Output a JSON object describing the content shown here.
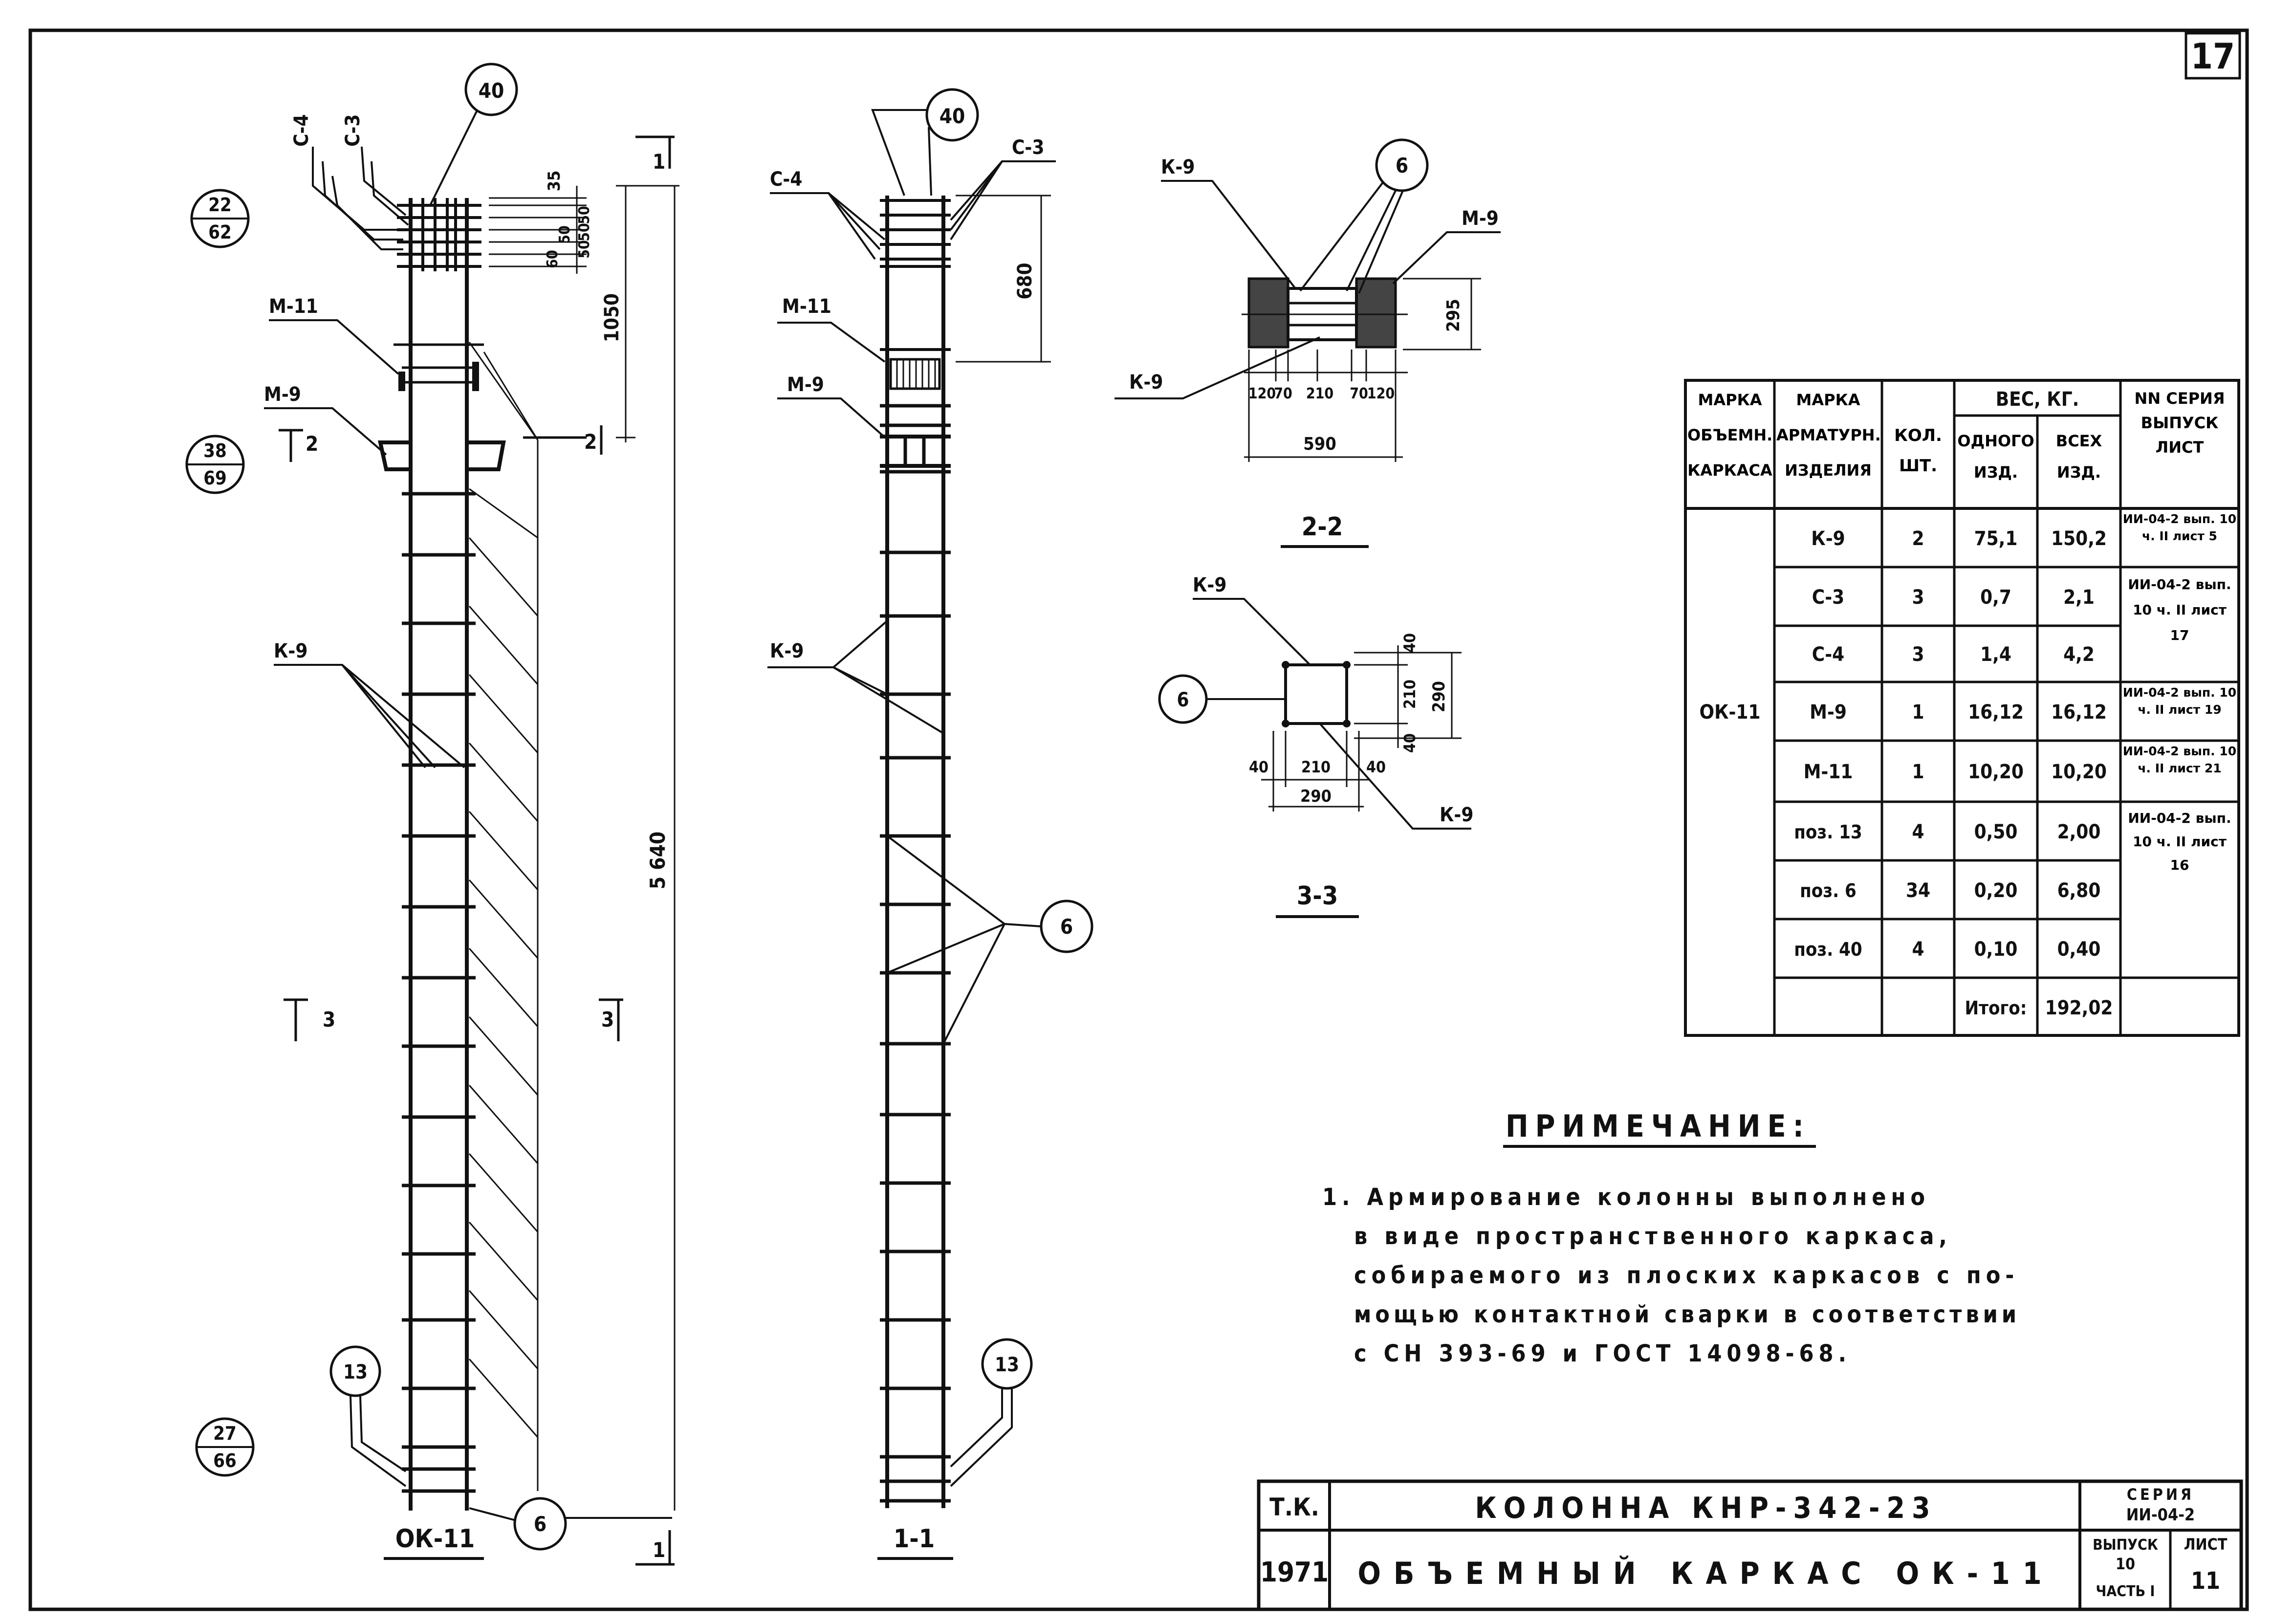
{
  "sheet_number": "17",
  "circle_labels": {
    "m40": "40",
    "m6": "6",
    "m13": "13"
  },
  "fractions": {
    "f1": {
      "top": "22",
      "bottom": "62"
    },
    "f2": {
      "top": "38",
      "bottom": "69"
    },
    "f3": {
      "top": "27",
      "bottom": "66"
    }
  },
  "labels": {
    "c3": "С-3",
    "c4": "С-4",
    "m11": "М-11",
    "m9": "М-9",
    "k9": "К-9",
    "cut1": "1",
    "cut2": "2",
    "cut3": "3",
    "ok11_title": "ОК-11",
    "view11_title": "1-1",
    "sec22_title": "2-2",
    "sec33_title": "3-3"
  },
  "dims": {
    "d35": "35",
    "d50a": "50",
    "d50b": "50",
    "d50c": "50",
    "d50d": "50",
    "d60": "60",
    "d1050": "1050",
    "d5640": "5 640",
    "d680": "680",
    "d295": "295",
    "d120a": "120",
    "d70a": "70",
    "d210a": "210",
    "d70b": "70",
    "d120b": "120",
    "d590": "590",
    "d40a": "40",
    "d210b": "210",
    "d40b": "40",
    "d290a": "290",
    "d40c": "40",
    "d210c": "210",
    "d40d": "40",
    "d290b": "290"
  },
  "table": {
    "headers": {
      "mark_frame": "МАРКА ОБЪЕМН. КАРКАСА",
      "mark_item": "МАРКА АРМАТУРН. ИЗДЕЛИЯ",
      "qty": "КОЛ. ШТ.",
      "weight": "ВЕС, КГ.",
      "weight_one": "ОДНОГО ИЗД.",
      "weight_all": "ВСЕХ ИЗД.",
      "series": "NN СЕРИЯ ВЫПУСК ЛИСТ"
    },
    "frame_mark": "ОК-11",
    "rows": [
      {
        "item": "К-9",
        "qty": "2",
        "one": "75,1",
        "all": "150,2",
        "ref": "ИИ-04-2 вып. 10 ч. II лист 5"
      },
      {
        "item": "С-3",
        "qty": "3",
        "one": "0,7",
        "all": "2,1",
        "ref": ""
      },
      {
        "item": "С-4",
        "qty": "3",
        "one": "1,4",
        "all": "4,2",
        "ref": ""
      },
      {
        "item": "М-9",
        "qty": "1",
        "one": "16,12",
        "all": "16,12",
        "ref": "ИИ-04-2 вып. 10 ч. II лист 19"
      },
      {
        "item": "М-11",
        "qty": "1",
        "one": "10,20",
        "all": "10,20",
        "ref": "ИИ-04-2 вып. 10 ч. II лист 21"
      },
      {
        "item": "поз. 13",
        "qty": "4",
        "one": "0,50",
        "all": "2,00",
        "ref": ""
      },
      {
        "item": "поз. 6",
        "qty": "34",
        "one": "0,20",
        "all": "6,80",
        "ref": ""
      },
      {
        "item": "поз. 40",
        "qty": "4",
        "one": "0,10",
        "all": "0,40",
        "ref": ""
      }
    ],
    "merged_ref_c": "ИИ-04-2 вып. 10 ч. II лист 17",
    "merged_ref_pos": "ИИ-04-2 вып. 10 ч. II лист 16",
    "total_label": "Итого:",
    "total_value": "192,02"
  },
  "note": {
    "title": "ПРИМЕЧАНИЕ:",
    "lines": [
      "1. Армирование колонны выполнено",
      "в виде пространственного каркаса,",
      "собираемого из плоских каркасов с по-",
      "мощью контактной сварки в соответствии",
      "с СН 393-69 и ГОСТ 14098-68."
    ]
  },
  "title_block": {
    "tk": "Т.К.",
    "year": "1971",
    "name": "КОЛОННА КНР-342-23",
    "subtitle": "ОБЪЕМНЫЙ КАРКАС ОК-11",
    "series_label": "СЕРИЯ",
    "series_value": "ИИ-04-2",
    "issue_label": "ВЫПУСК",
    "issue_value": "10",
    "part": "ЧАСТЬ I",
    "sheet_label": "ЛИСТ",
    "sheet_value": "11"
  }
}
